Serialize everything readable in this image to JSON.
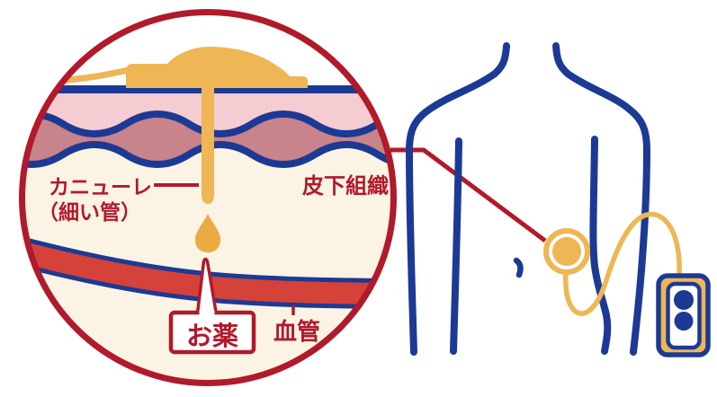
{
  "diagram": {
    "magnified_view": {
      "labels": {
        "cannula": "カニューレ",
        "cannula_sub": "（細い管）",
        "subcutaneous_tissue": "皮下組織",
        "blood_vessel": "血管",
        "medicine": "お薬"
      }
    },
    "colors": {
      "outline_blue": "#1c3a94",
      "callout_red": "#b01a2b",
      "vessel_red": "#d5423a",
      "device_yellow": "#eeb654",
      "skin_pink": "#f5ccd1",
      "dermis_mauve": "#c8838b",
      "tissue_cream": "#fbf3e3"
    }
  }
}
